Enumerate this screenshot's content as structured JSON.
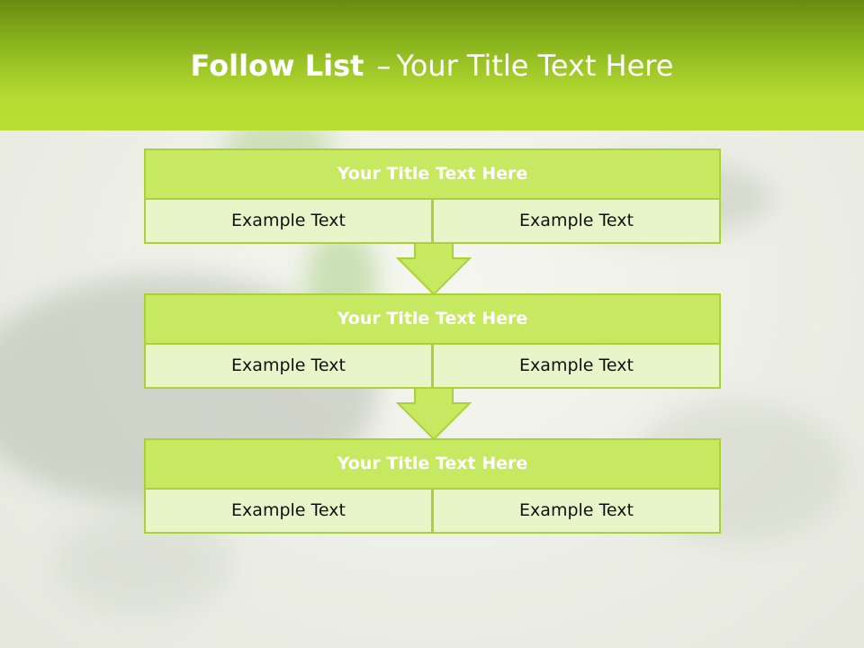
{
  "header": {
    "title_bold": "Follow List",
    "title_sep": "–",
    "title_rest": "Your Title Text Here"
  },
  "steps": [
    {
      "title": "Your Title Text Here",
      "left": "Example Text",
      "right": "Example Text"
    },
    {
      "title": "Your Title Text Here",
      "left": "Example Text",
      "right": "Example Text"
    },
    {
      "title": "Your Title Text Here",
      "left": "Example Text",
      "right": "Example Text"
    }
  ],
  "colors": {
    "header_top": "#6a8a10",
    "header_bottom": "#b9de34",
    "block_title": "#c7e961",
    "block_cell": "#e7f5c9",
    "border": "#a9d23a"
  },
  "connector_icon": "down-arrow-icon"
}
